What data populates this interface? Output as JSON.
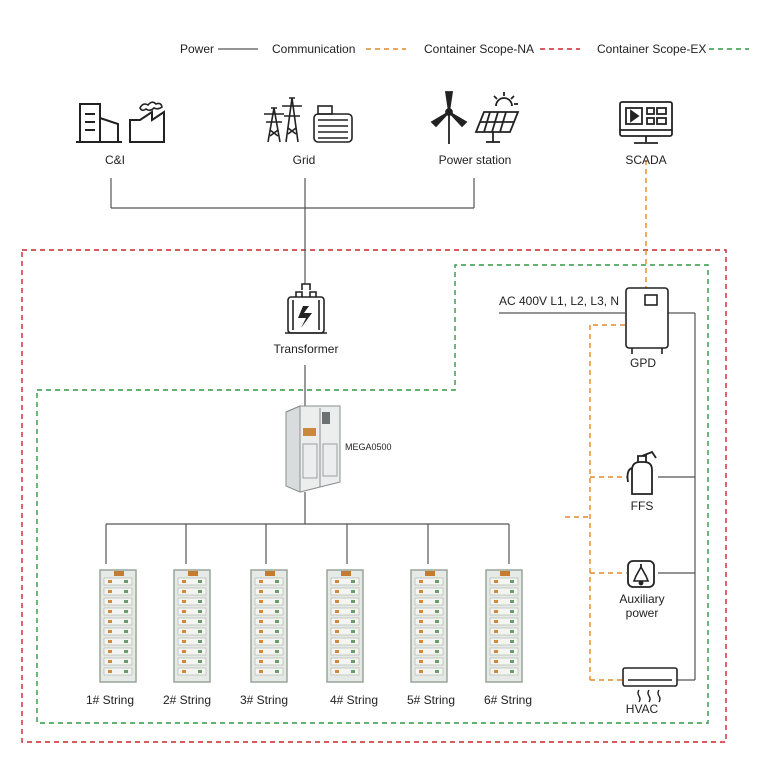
{
  "legend": {
    "power": "Power",
    "communication": "Communication",
    "container_na": "Container Scope-NA",
    "container_ex": "Container Scope-EX"
  },
  "sources": {
    "ci": "C&I",
    "grid": "Grid",
    "power_station": "Power station",
    "scada": "SCADA"
  },
  "transformer": "Transformer",
  "inverter": "MEGA0500",
  "ac_bus": "AC 400V L1, L2, L3, N",
  "gpd": "GPD",
  "ffs": "FFS",
  "auxiliary": [
    "Auxiliary",
    "power"
  ],
  "hvac": "HVAC",
  "strings": [
    "1# String",
    "2# String",
    "3# String",
    "4# String",
    "5# String",
    "6# String"
  ],
  "colors": {
    "power_line": "#555555",
    "communication": "#e08a2c",
    "container_na": "#c8262e",
    "container_ex": "#2e9a45",
    "rack_body": "#e6eae6",
    "rack_frame": "#9aa59a"
  }
}
